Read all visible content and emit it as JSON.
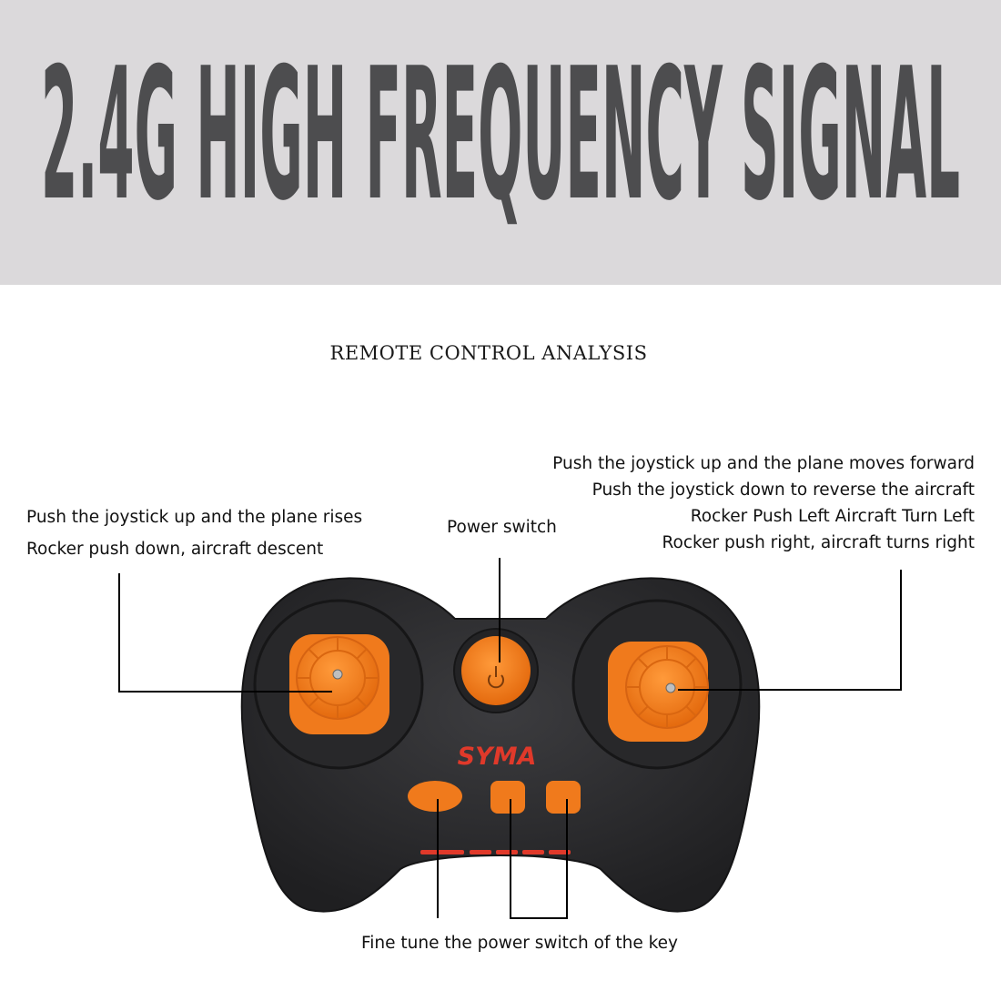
{
  "banner": {
    "title": "2.4G HIGH FREQUENCY SIGNAL",
    "background_color": "#dbd9db",
    "text_color": "#4d4d4f"
  },
  "section_title": "REMOTE CONTROL ANALYSIS",
  "labels": {
    "left_line1": "Push the joystick up and the plane rises",
    "left_line2": "Rocker push down, aircraft descent",
    "power_switch": "Power switch",
    "right_line1": "Push the joystick up and the plane moves forward",
    "right_line2": "Push the joystick down to reverse the aircraft",
    "right_line3": "Rocker Push Left Aircraft Turn Left",
    "right_line4": "Rocker push right, aircraft turns right",
    "bottom": "Fine tune the power switch of the key"
  },
  "controller": {
    "brand_logo": "SYMA",
    "body_color": "#2b2b2d",
    "accent_color": "#f07a1c",
    "logo_color": "#e0392a"
  }
}
